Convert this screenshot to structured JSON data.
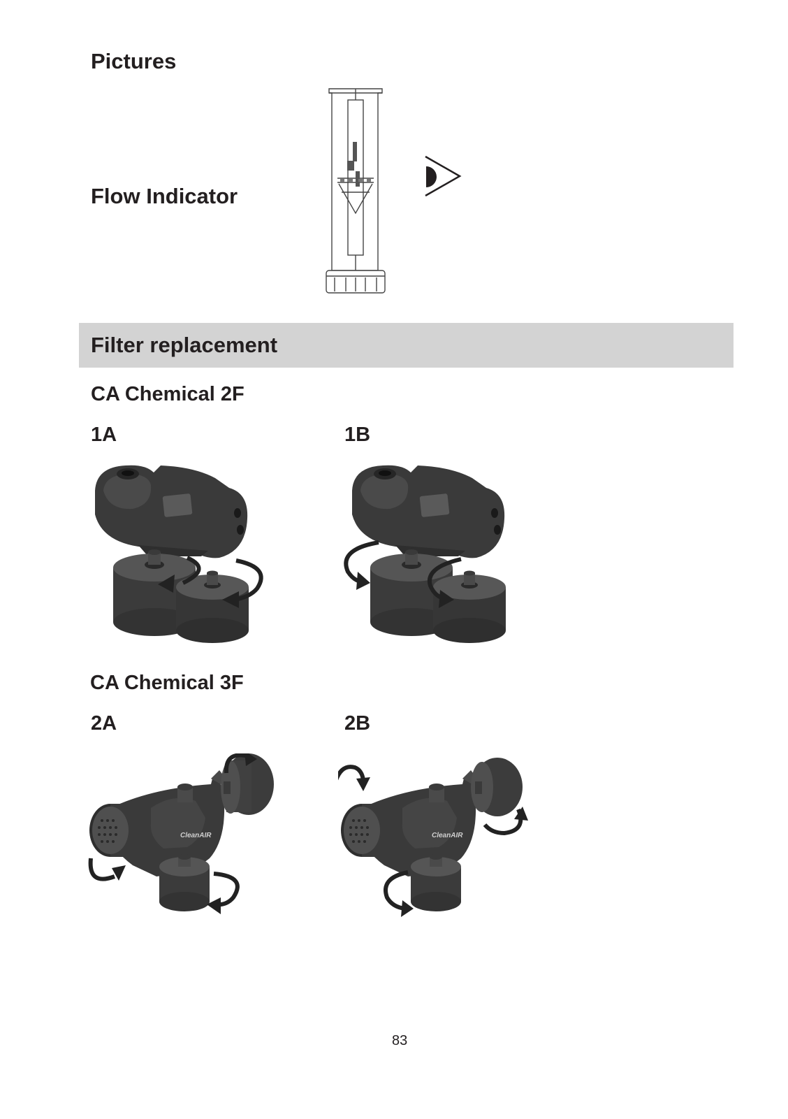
{
  "pictures_heading": "Pictures",
  "flow_indicator_label": "Flow Indicator",
  "filter_replacement_heading": "Filter replacement",
  "ca_chemical_2f": {
    "heading": "CA Chemical 2F",
    "step_a": "1A",
    "step_b": "1B"
  },
  "ca_chemical_3f": {
    "heading": "CA Chemical 3F",
    "step_a": "2A",
    "step_b": "2B"
  },
  "page_number": "83"
}
